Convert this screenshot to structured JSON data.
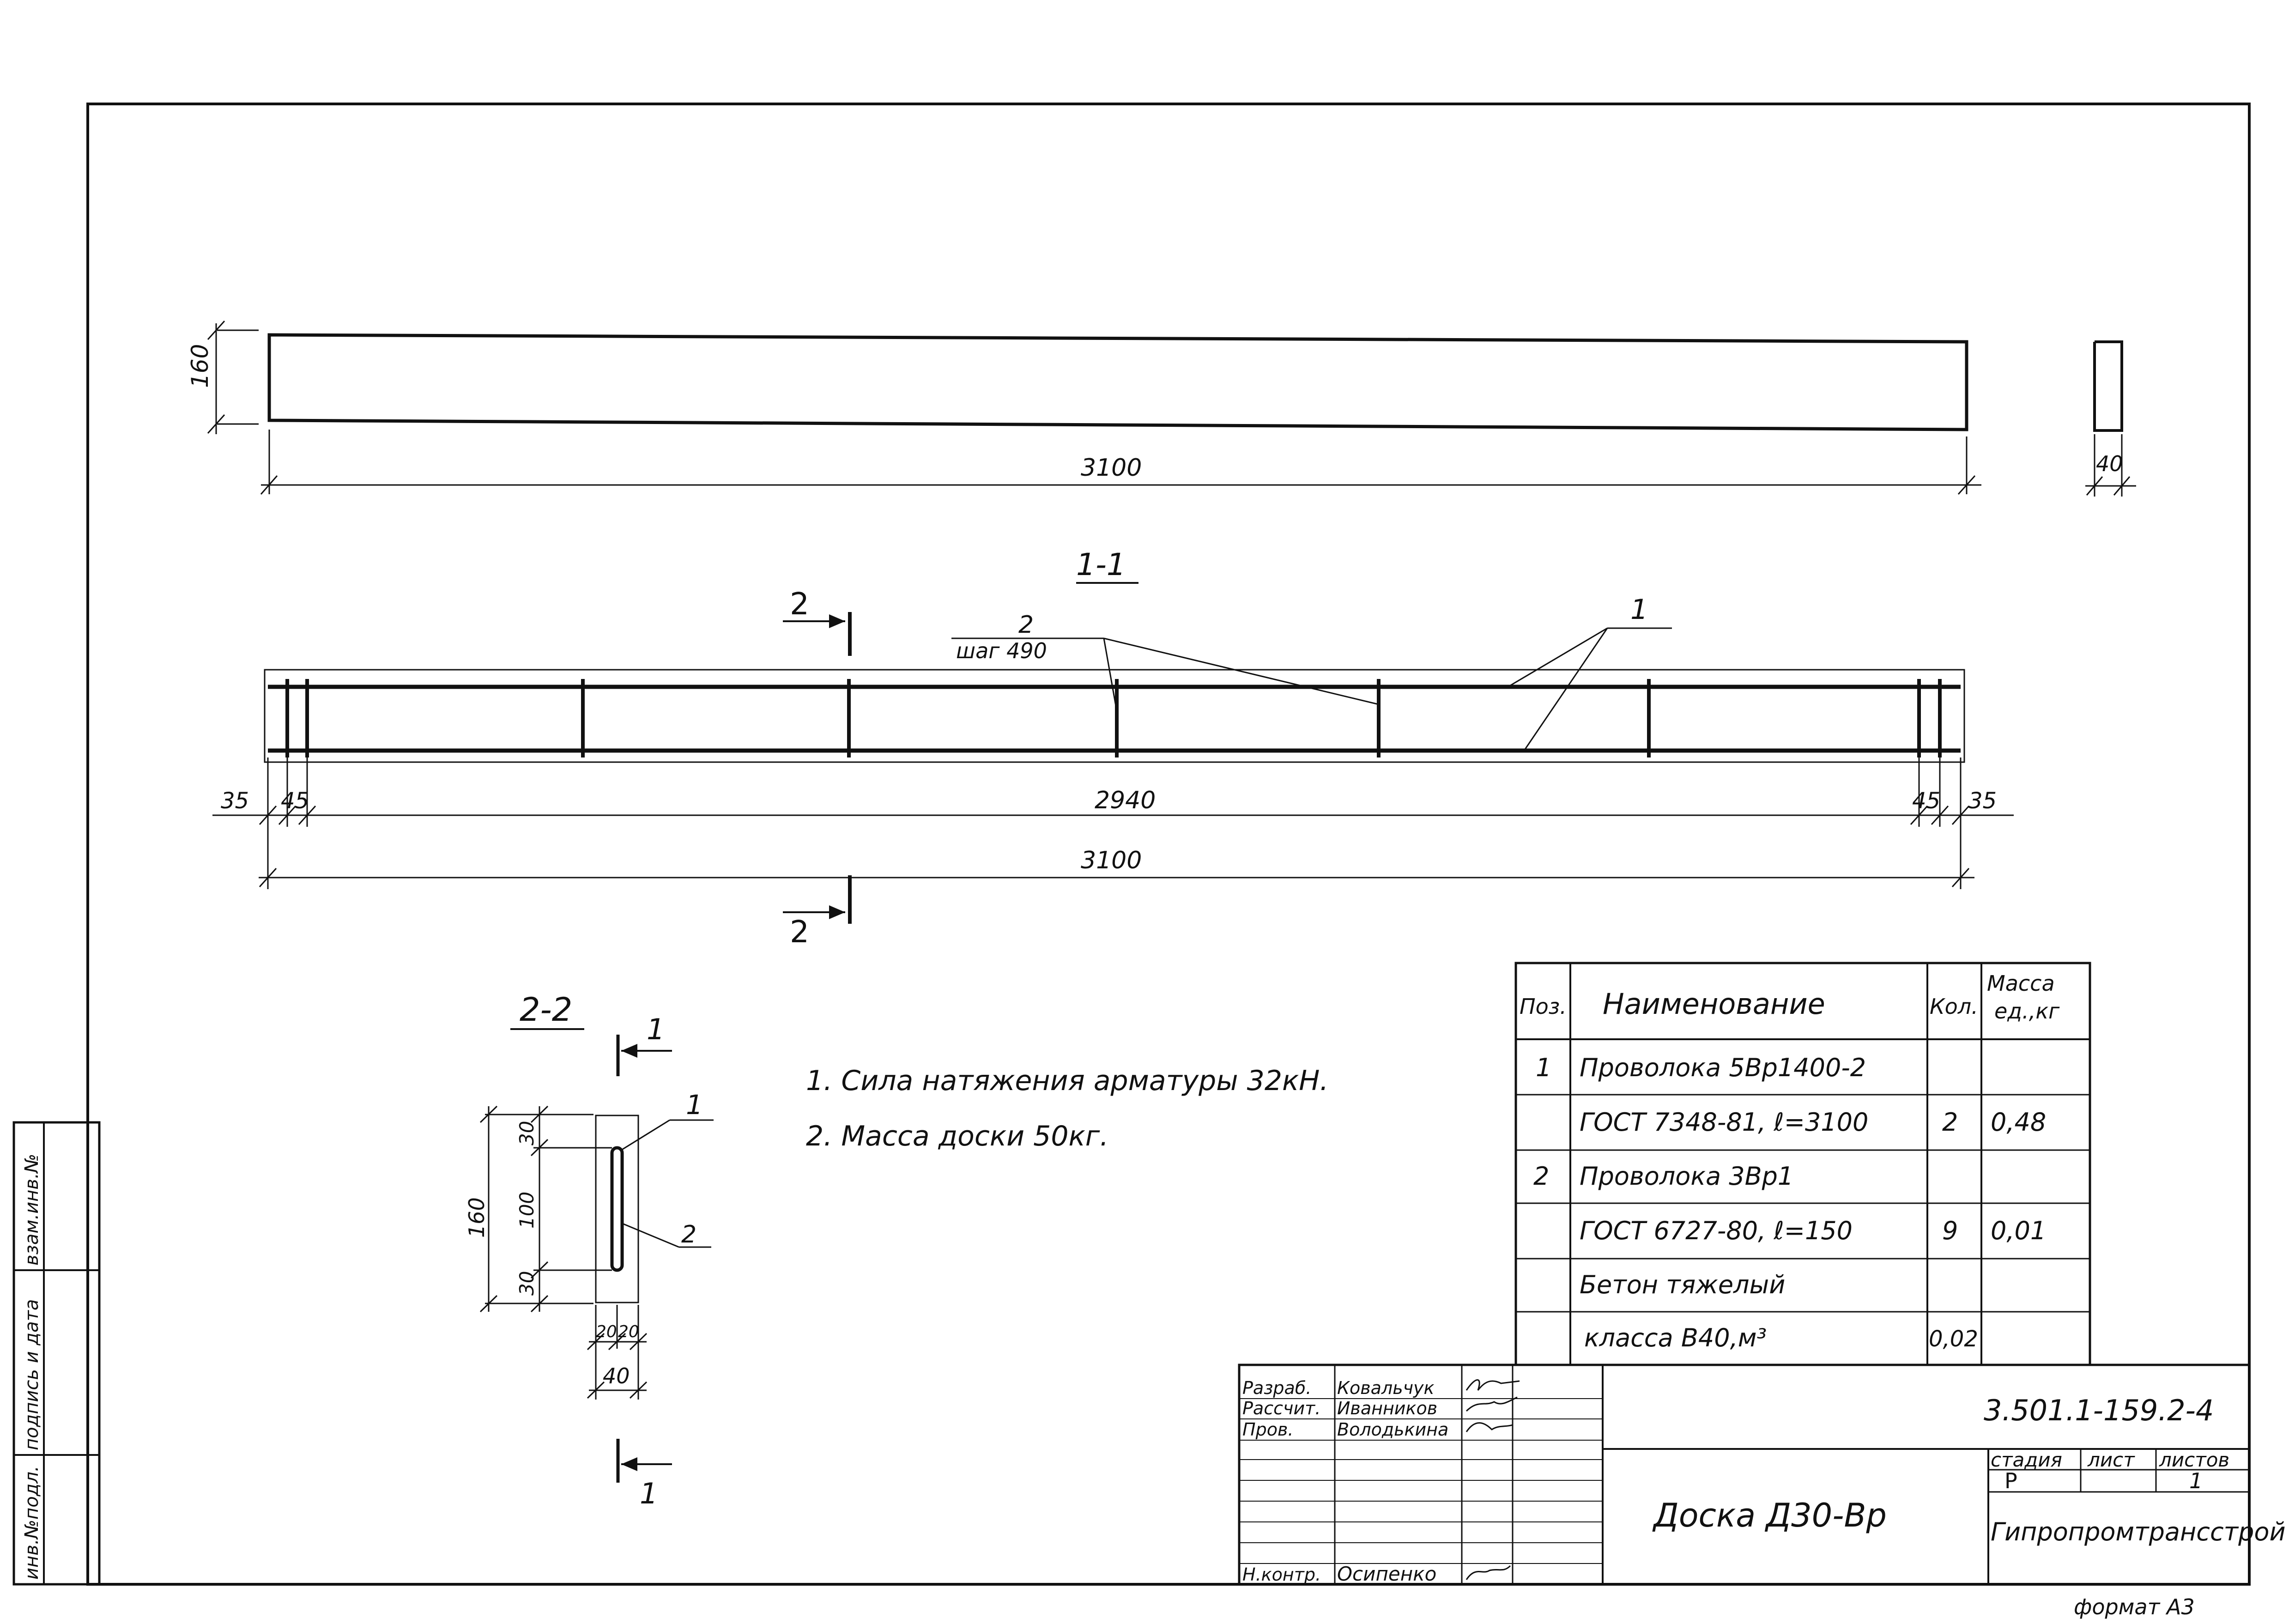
{
  "side_stamp": {
    "inv_podl": "инв.№подл.",
    "podpis_data": "подпись и дата",
    "vzam_inv": "взам.инв.№"
  },
  "views": {
    "top": {
      "height_dim": "160",
      "length_dim": "3100",
      "end_width_dim": "40"
    },
    "section_1_1": {
      "title": "1-1",
      "cut_mark": "2",
      "leader_pos": "2",
      "leader_step": "шаг 490",
      "leader_pos_1": "1",
      "dims": [
        "35",
        "45",
        "2940",
        "45",
        "35"
      ],
      "total_dim": "3100"
    },
    "section_2_2": {
      "title": "2-2",
      "cut_mark": "1",
      "pos_1": "1",
      "pos_2": "2",
      "height_dim": "160",
      "dims_v": [
        "30",
        "100",
        "30"
      ],
      "dims_h": [
        "20",
        "20"
      ],
      "width_dim": "40"
    }
  },
  "notes": [
    "1. Сила натяжения арматуры 32кН.",
    "2. Масса доски 50кг."
  ],
  "spec_table": {
    "headers": [
      "Поз.",
      "Наименование",
      "Кол.",
      "Масса ед.,кг"
    ],
    "rows": [
      [
        "1",
        "Проволока 5Вр1400-2",
        "",
        ""
      ],
      [
        "",
        "ГОСТ 7348-81, ℓ=3100",
        "2",
        "0,48"
      ],
      [
        "2",
        "Проволока 3Вр1",
        "",
        ""
      ],
      [
        "",
        "ГОСТ 6727-80, ℓ=150",
        "9",
        "0,01"
      ],
      [
        "",
        "Бетон тяжелый",
        "",
        ""
      ],
      [
        "",
        "класса  В40,м³",
        "0,02",
        ""
      ]
    ]
  },
  "title_block": {
    "roles": [
      {
        "role": "Разраб.",
        "name": "Ковальчук"
      },
      {
        "role": "Рассчит.",
        "name": "Иванников"
      },
      {
        "role": "Пров.",
        "name": "Володькина"
      }
    ],
    "n_kontr": {
      "role": "Н.контр.",
      "name": "Осипенко"
    },
    "doc_code": "3.501.1-159.2-4",
    "doc_title": "Доска Д30-Вр",
    "stage_label": "стадия",
    "sheet_label": "лист",
    "sheets_label": "листов",
    "stage": "Р",
    "sheets_count": "1",
    "org": "Гипропромтрансстрой",
    "format": "формат А3"
  }
}
